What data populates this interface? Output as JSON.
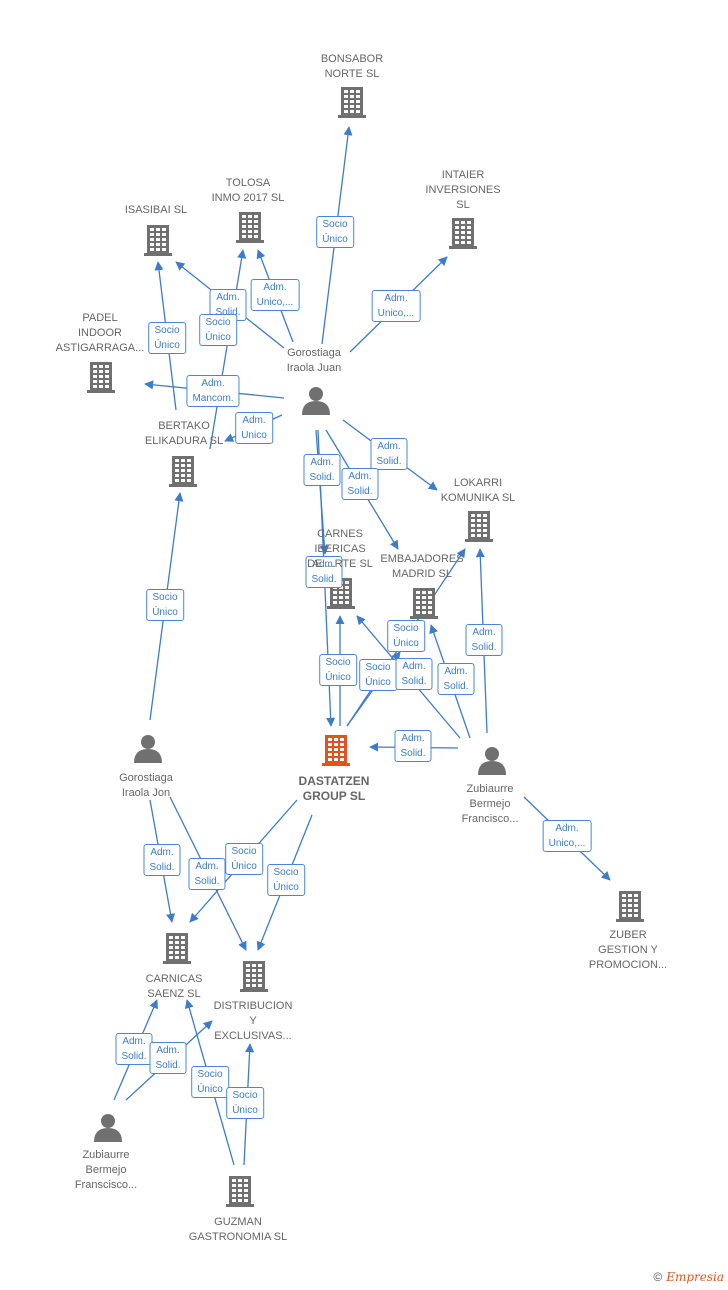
{
  "colors": {
    "edge": "#3d7cc9",
    "company": "#707070",
    "main_company": "#e4531f",
    "person": "#707070",
    "label": "#666666"
  },
  "nodes": [
    {
      "id": "bonsabor",
      "type": "company",
      "label": "BONSABOR\nNORTE  SL"
    },
    {
      "id": "tolosa",
      "type": "company",
      "label": "TOLOSA\nINMO 2017  SL"
    },
    {
      "id": "isasibai",
      "type": "company",
      "label": "ISASIBAI  SL"
    },
    {
      "id": "intaier",
      "type": "company",
      "label": "INTAIER\nINVERSIONES\nSL"
    },
    {
      "id": "padel",
      "type": "company",
      "label": "PADEL\nINDOOR\nASTIGARRAGA..."
    },
    {
      "id": "gor_juan",
      "type": "person",
      "label": "Gorostiaga\nIraola Juan"
    },
    {
      "id": "bertako",
      "type": "company",
      "label": "BERTAKO\nELIKADURA  SL"
    },
    {
      "id": "lokarri",
      "type": "company",
      "label": "LOKARRI\nKOMUNIKA  SL"
    },
    {
      "id": "carnes",
      "type": "company",
      "label": "CARNES\nIBERICAS\nDE ...RTE  SL"
    },
    {
      "id": "embajadores",
      "type": "company",
      "label": "EMBAJADORES\nMADRID  SL"
    },
    {
      "id": "dastatzen",
      "type": "main",
      "label": "DASTATZEN\nGROUP  SL"
    },
    {
      "id": "gor_jon",
      "type": "person",
      "label": "Gorostiaga\nIraola Jon"
    },
    {
      "id": "zub1",
      "type": "person",
      "label": "Zubiaurre\nBermejo\nFrancisco..."
    },
    {
      "id": "zuber",
      "type": "company",
      "label": "ZUBER\nGESTION Y\nPROMOCION..."
    },
    {
      "id": "carnicas",
      "type": "company",
      "label": "CARNICAS\nSAENZ SL"
    },
    {
      "id": "distribucion",
      "type": "company",
      "label": "DISTRIBUCION\nY\nEXCLUSIVAS..."
    },
    {
      "id": "zub2",
      "type": "person",
      "label": "Zubiaurre\nBermejo\nFranscisco..."
    },
    {
      "id": "guzman",
      "type": "company",
      "label": "GUZMAN\nGASTRONOMIA SL"
    }
  ],
  "edges": [
    {
      "from": "gor_juan",
      "to": "bonsabor",
      "label": "Socio\nÚnico"
    },
    {
      "from": "gor_juan",
      "to": "intaier",
      "label": "Adm.\nUnico,..."
    },
    {
      "from": "gor_juan",
      "to": "tolosa",
      "label": "Adm.\nUnico,..."
    },
    {
      "from": "gor_juan",
      "to": "isasibai",
      "label": "Adm.\nSolid."
    },
    {
      "from": "gor_juan",
      "to": "padel",
      "label": "Adm.\nMancom."
    },
    {
      "from": "gor_juan",
      "to": "bertako",
      "label": "Adm.\nUnico"
    },
    {
      "from": "bertako",
      "to": "tolosa",
      "label": "Socio\nÚnico"
    },
    {
      "from": "bertako",
      "to": "isasibai",
      "label": "Socio\nÚnico"
    },
    {
      "from": "gor_juan",
      "to": "lokarri",
      "label": "Adm.\nSolid."
    },
    {
      "from": "gor_juan",
      "to": "embajadores",
      "label": "Adm.\nSolid."
    },
    {
      "from": "gor_juan",
      "to": "carnes",
      "label": "Adm.\nSolid."
    },
    {
      "from": "gor_juan",
      "to": "dastatzen",
      "label": "Adm.\nSolid."
    },
    {
      "from": "dastatzen",
      "to": "carnes",
      "label": "Socio\nÚnico"
    },
    {
      "from": "dastatzen",
      "to": "embajadores",
      "label": "Socio\nÚnico"
    },
    {
      "from": "dastatzen",
      "to": "lokarri",
      "label": "Socio\nÚnico"
    },
    {
      "from": "zub1",
      "to": "carnes",
      "label": "Adm.\nSolid."
    },
    {
      "from": "zub1",
      "to": "embajadores",
      "label": "Adm.\nSolid."
    },
    {
      "from": "zub1",
      "to": "lokarri",
      "label": "Adm.\nSolid."
    },
    {
      "from": "zub1",
      "to": "dastatzen",
      "label": "Adm.\nSolid."
    },
    {
      "from": "zub1",
      "to": "zuber",
      "label": "Adm.\nUnico,..."
    },
    {
      "from": "gor_jon",
      "to": "bertako",
      "label": "Socio\nÚnico"
    },
    {
      "from": "gor_jon",
      "to": "carnicas",
      "label": "Adm.\nSolid."
    },
    {
      "from": "gor_jon",
      "to": "distribucion",
      "label": "Adm.\nSolid."
    },
    {
      "from": "dastatzen",
      "to": "carnicas",
      "label": "Socio\nÚnico"
    },
    {
      "from": "dastatzen",
      "to": "distribucion",
      "label": "Socio\nÚnico"
    },
    {
      "from": "zub2",
      "to": "carnicas",
      "label": "Adm.\nSolid."
    },
    {
      "from": "zub2",
      "to": "distribucion",
      "label": "Adm.\nSolid."
    },
    {
      "from": "guzman",
      "to": "carnicas",
      "label": "Socio\nÚnico"
    },
    {
      "from": "guzman",
      "to": "distribucion",
      "label": "Socio\nÚnico"
    }
  ],
  "footer": {
    "copyright": "©",
    "brand": "Empresia"
  }
}
